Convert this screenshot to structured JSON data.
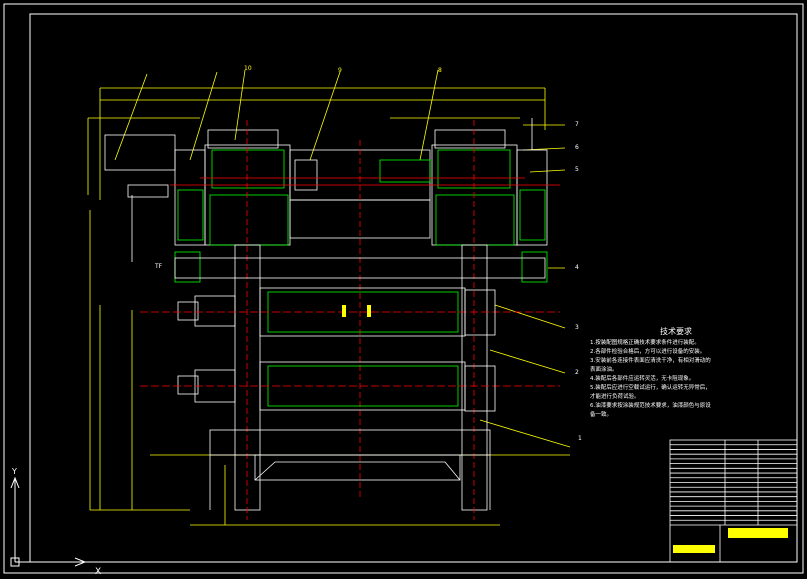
{
  "drawing": {
    "background": "#000000",
    "colors": {
      "frame": "#ffffff",
      "machine_outline": "#ffffff",
      "green_parts": "#00ff00",
      "dimension": "#ffff00",
      "centerline": "#ff0000",
      "hatch": "#ffffff"
    },
    "part_labels": [
      "10",
      "9",
      "8",
      "7",
      "6",
      "5",
      "4",
      "3",
      "2",
      "1"
    ],
    "side_note": "TF"
  },
  "technical_notes": {
    "title": "技术要求",
    "lines": [
      "1.按装配图规格正确技术要求条件进行装配。",
      "2.各部件检验合格后，方可以进行设备的安装。",
      "3.安装前各连接件表面应清洗干净，有相对滑动的",
      "  表面涂油。",
      "4.装配后各部件应运转灵活，无卡阻现象。",
      "5.装配后应进行空载试运行，确认运转无异常后，",
      "  才能进行负荷试验。",
      "6.油漆要求按涂装规范技术要求，油漆颜色与原设",
      "  备一致。"
    ]
  },
  "title_block": {
    "rows": 18
  },
  "ucs": {
    "y_label": "Y",
    "x_label": "X"
  }
}
